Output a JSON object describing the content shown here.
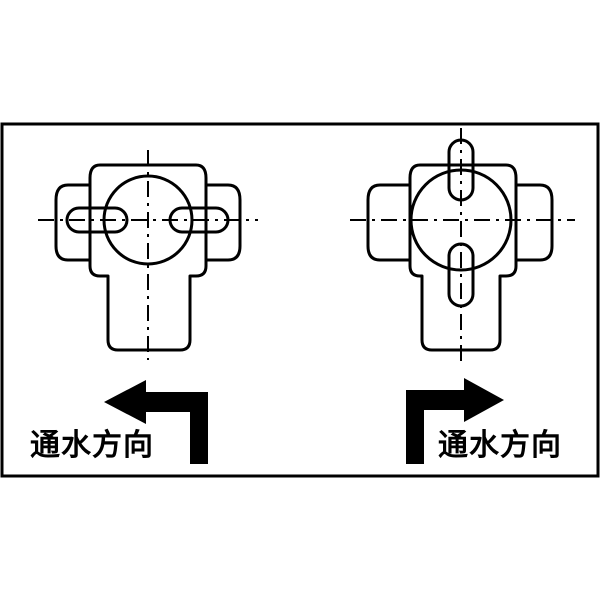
{
  "figure": {
    "colors": {
      "ink": "#000000",
      "background": "#ffffff"
    },
    "left_diagram": {
      "direction_label": "通水方向",
      "arrow_direction": "left",
      "handle_orientation": "horizontal"
    },
    "right_diagram": {
      "direction_label": "通水方向",
      "arrow_direction": "right",
      "handle_orientation": "vertical"
    }
  }
}
